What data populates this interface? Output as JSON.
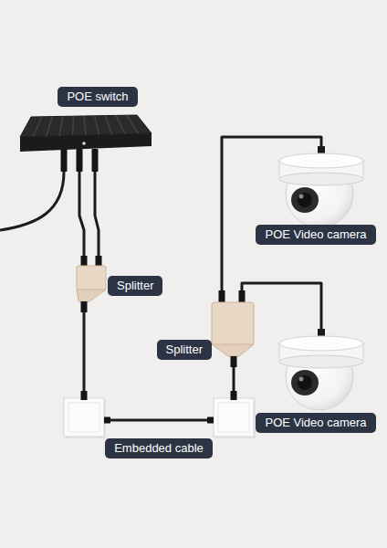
{
  "diagram": {
    "nodes": [
      {
        "text": [
          "POE switch"
        ]
      },
      {
        "text": [
          "POE Video camera"
        ]
      },
      {
        "text": [
          "Splitter"
        ]
      },
      {
        "text": [
          "Splitter"
        ]
      },
      {
        "text": [
          "POE Video camera"
        ]
      }
    ],
    "edges": [
      {
        "from": 0,
        "to": 2,
        "arrow": "none"
      },
      {
        "from": 0,
        "to": 2,
        "arrow": "none"
      },
      {
        "from": 2,
        "to": 3,
        "arrow": "none",
        "label": "Embedded cable"
      },
      {
        "from": 3,
        "to": 1,
        "arrow": "none"
      },
      {
        "from": 3,
        "to": 4,
        "arrow": "none"
      }
    ]
  }
}
